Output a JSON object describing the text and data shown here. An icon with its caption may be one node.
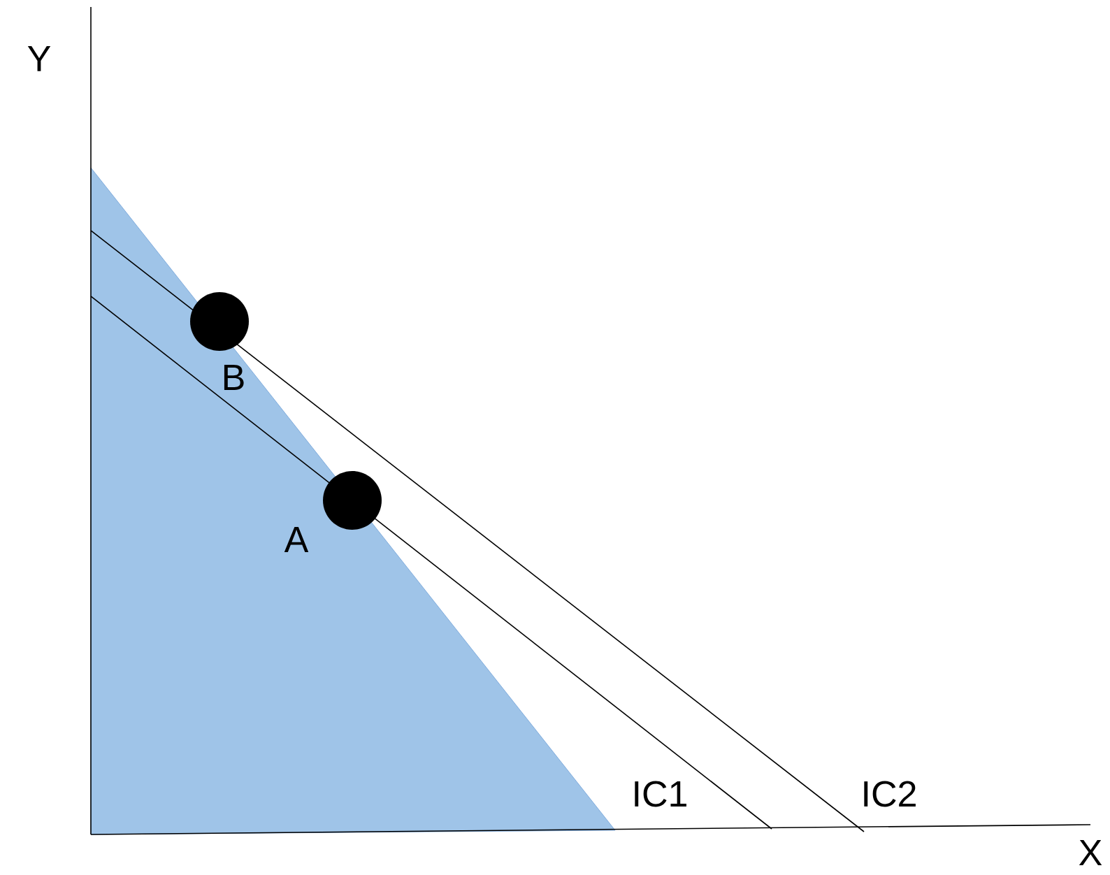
{
  "diagram": {
    "nodes": [
      {
        "text": [],
        "shape": "circle",
        "beside": [
          "B"
        ]
      },
      {
        "text": [],
        "shape": "circle",
        "beside": [
          "A"
        ]
      }
    ],
    "labels": [
      "Y",
      "IC1",
      "IC2",
      "X"
    ]
  }
}
